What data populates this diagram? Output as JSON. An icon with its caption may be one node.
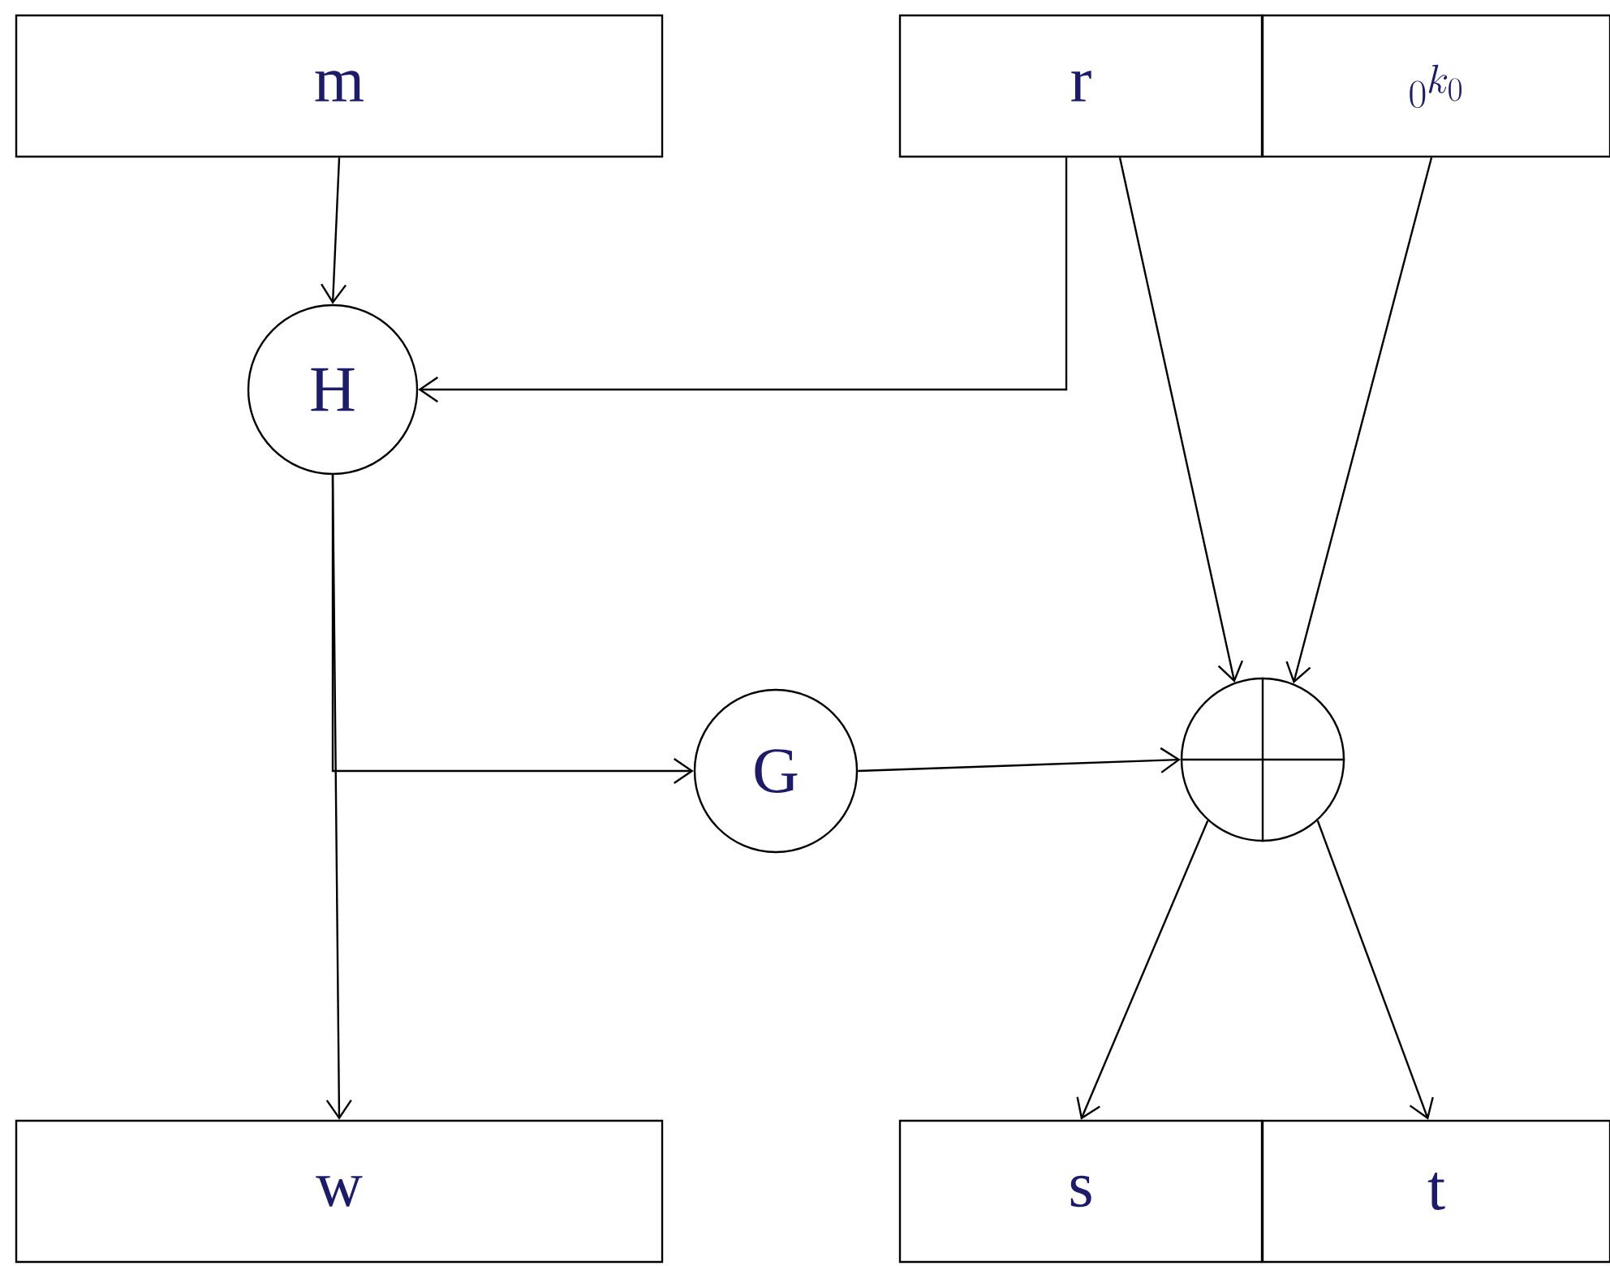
{
  "diagram": {
    "nodes": [
      {
        "text": [
          "m"
        ]
      },
      {
        "text": [
          "r"
        ]
      },
      {
        "text": [
          "0^{k_0}"
        ]
      },
      {
        "text": [
          "H"
        ]
      },
      {
        "text": [
          "G"
        ]
      },
      {
        "text": [],
        "shape": "circle"
      },
      {
        "text": [
          "w"
        ]
      },
      {
        "text": [
          "s"
        ]
      },
      {
        "text": [
          "t"
        ]
      }
    ],
    "edges": [
      {
        "from": 0,
        "to": 3,
        "arrow": "to"
      },
      {
        "from": 1,
        "to": 3,
        "arrow": "to"
      },
      {
        "from": 1,
        "to": 5,
        "arrow": "to"
      },
      {
        "from": 2,
        "to": 5,
        "arrow": "to"
      },
      {
        "from": 3,
        "to": 6,
        "arrow": "to"
      },
      {
        "from": 3,
        "to": 4,
        "arrow": "to"
      },
      {
        "from": 4,
        "to": 5,
        "arrow": "to"
      },
      {
        "from": 5,
        "to": 7,
        "arrow": "to"
      },
      {
        "from": 5,
        "to": 8,
        "arrow": "to"
      }
    ]
  }
}
